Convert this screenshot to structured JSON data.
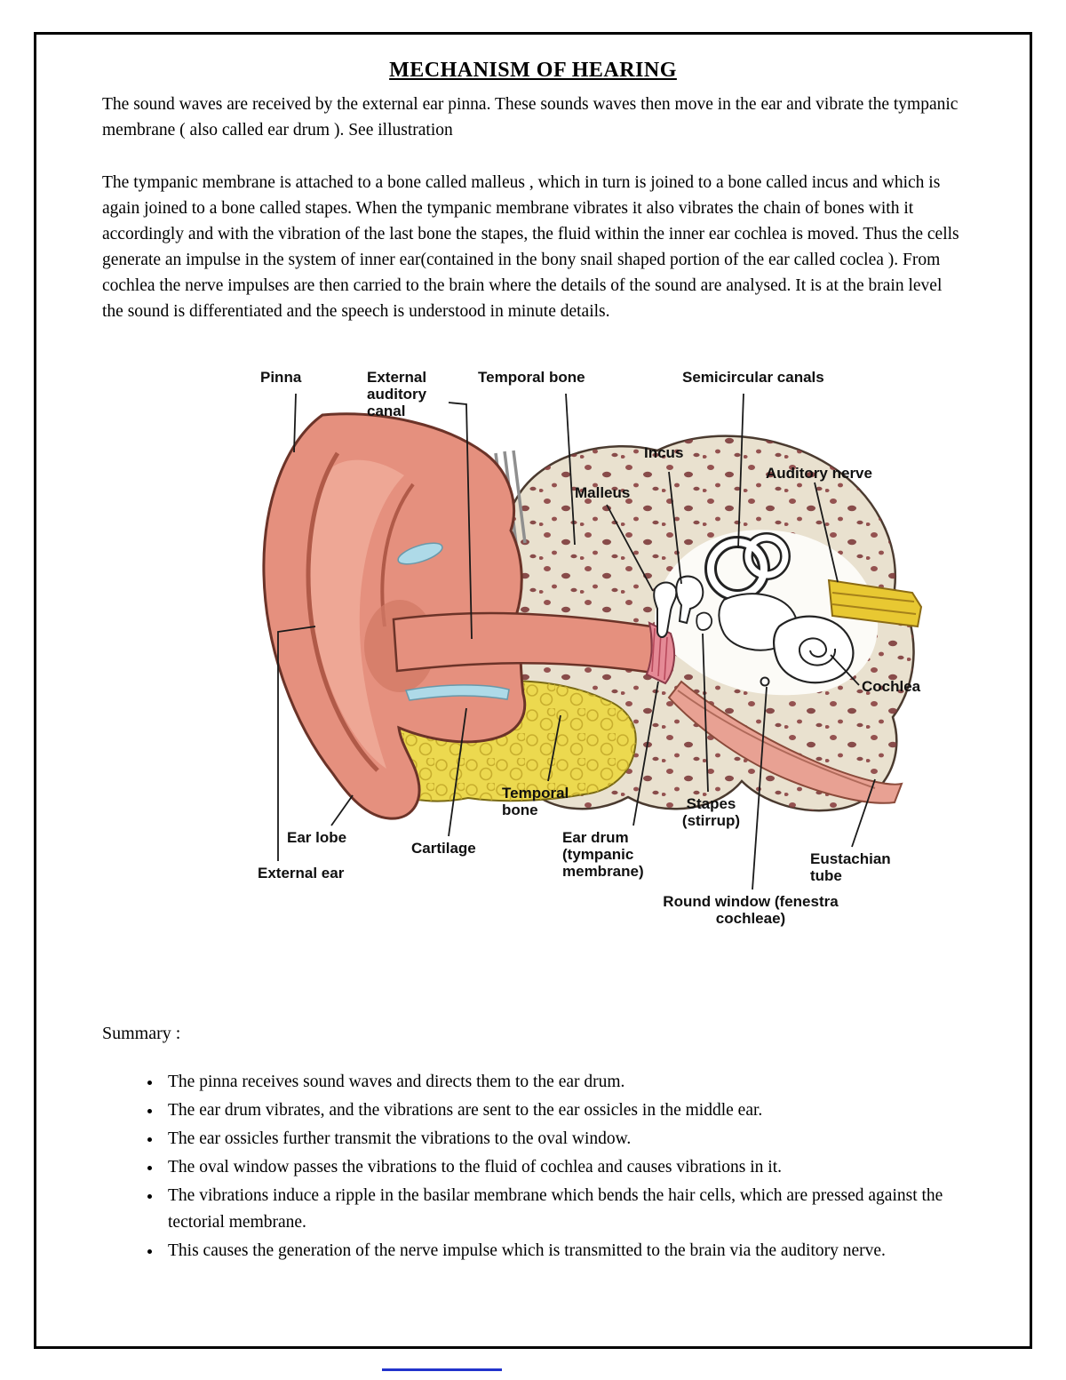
{
  "document": {
    "title": "MECHANISM OF HEARING",
    "paragraphs": [
      "The sound waves are received by the external ear pinna. These sounds waves then move in the ear and vibrate the tympanic membrane ( also called ear drum ). See illustration",
      "The tympanic membrane is attached to a bone called malleus , which in turn is joined to a bone called incus and which is again joined to a bone called stapes. When the tympanic membrane vibrates it also vibrates the chain of bones with it accordingly and with the vibration of the last bone the stapes, the fluid within the inner ear cochlea is moved. Thus the cells generate an impulse in the system of inner ear(contained in the bony snail shaped portion of the ear called coclea ). From cochlea the nerve impulses are then carried to the brain where the details of the sound are analysed. It is at the brain level the sound is differentiated and the speech is understood in minute details."
    ],
    "summary": {
      "heading": "Summary :",
      "bullets": [
        "The pinna receives sound waves and directs them to the ear drum.",
        "The ear drum vibrates, and the vibrations are sent to the ear ossicles in the middle ear.",
        "The ear ossicles further transmit the vibrations to the oval window.",
        "The oval window passes the vibrations to the fluid of cochlea and causes vibrations in it.",
        "The vibrations induce a ripple in the basilar membrane which bends the hair cells, which are pressed against the tectorial membrane.",
        "This causes the generation of the nerve impulse which is transmitted to the brain via the auditory nerve."
      ]
    }
  },
  "diagram": {
    "description": "Cross-section anatomy of the human ear",
    "labels": {
      "pinna": "Pinna",
      "external_auditory_canal": "External auditory canal",
      "temporal_bone_top": "Temporal bone",
      "semicircular_canals": "Semicircular canals",
      "incus": "Incus",
      "malleus": "Malleus",
      "auditory_nerve": "Auditory nerve",
      "cochlea": "Cochlea",
      "temporal_bone_bottom": "Temporal bone",
      "stapes": "Stapes (stirrup)",
      "ear_lobe": "Ear lobe",
      "cartilage": "Cartilage",
      "ear_drum": "Ear drum (tympanic membrane)",
      "eustachian_tube": "Eustachian tube",
      "external_ear": "External ear",
      "round_window": "Round window (fenestra cochleae)"
    },
    "colors": {
      "skin": "#e5907e",
      "skin_dark": "#b05a48",
      "cartilage_yellow": "#ecd94f",
      "bone_beige": "#e9e1cf",
      "speckle": "#8a4242",
      "nerve_yellow": "#e8c832",
      "membrane_blue": "#aedae8"
    }
  },
  "footer": {
    "divider_color": "#2233cc"
  }
}
